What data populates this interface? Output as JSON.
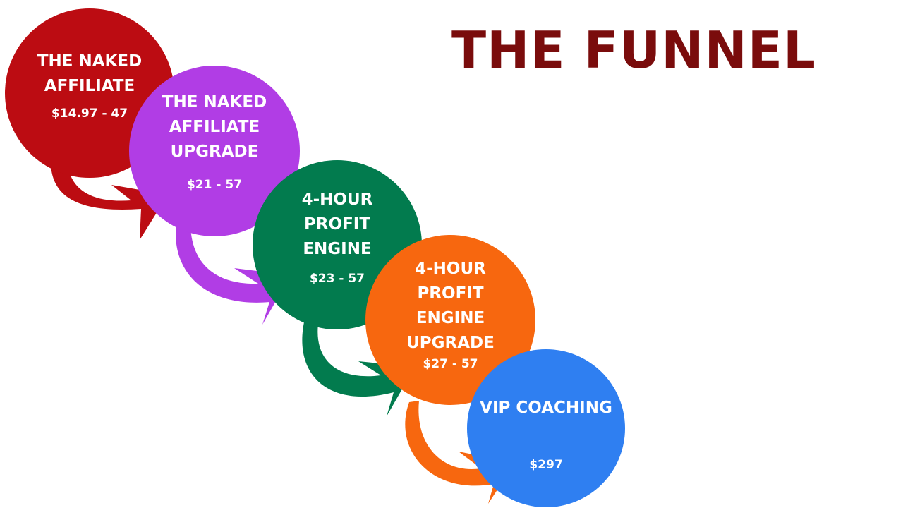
{
  "title": "THE FUNNEL",
  "colors": {
    "title": "#7a0c0c",
    "step1": "#bc0c12",
    "step2": "#b13de5",
    "step3": "#027b4e",
    "step4": "#f7670f",
    "step5": "#2f7ff1"
  },
  "steps": [
    {
      "name_lines": [
        "THE NAKED",
        "AFFILIATE"
      ],
      "price": "$14.97 - 47"
    },
    {
      "name_lines": [
        "THE NAKED",
        "AFFILIATE",
        "UPGRADE"
      ],
      "price": "$21 - 57"
    },
    {
      "name_lines": [
        "4-HOUR",
        "PROFIT",
        "ENGINE"
      ],
      "price": "$23 - 57"
    },
    {
      "name_lines": [
        "4-HOUR",
        "PROFIT",
        "ENGINE",
        "UPGRADE"
      ],
      "price": "$27 - 57"
    },
    {
      "name_lines": [
        "VIP COACHING"
      ],
      "price": "$297"
    }
  ]
}
